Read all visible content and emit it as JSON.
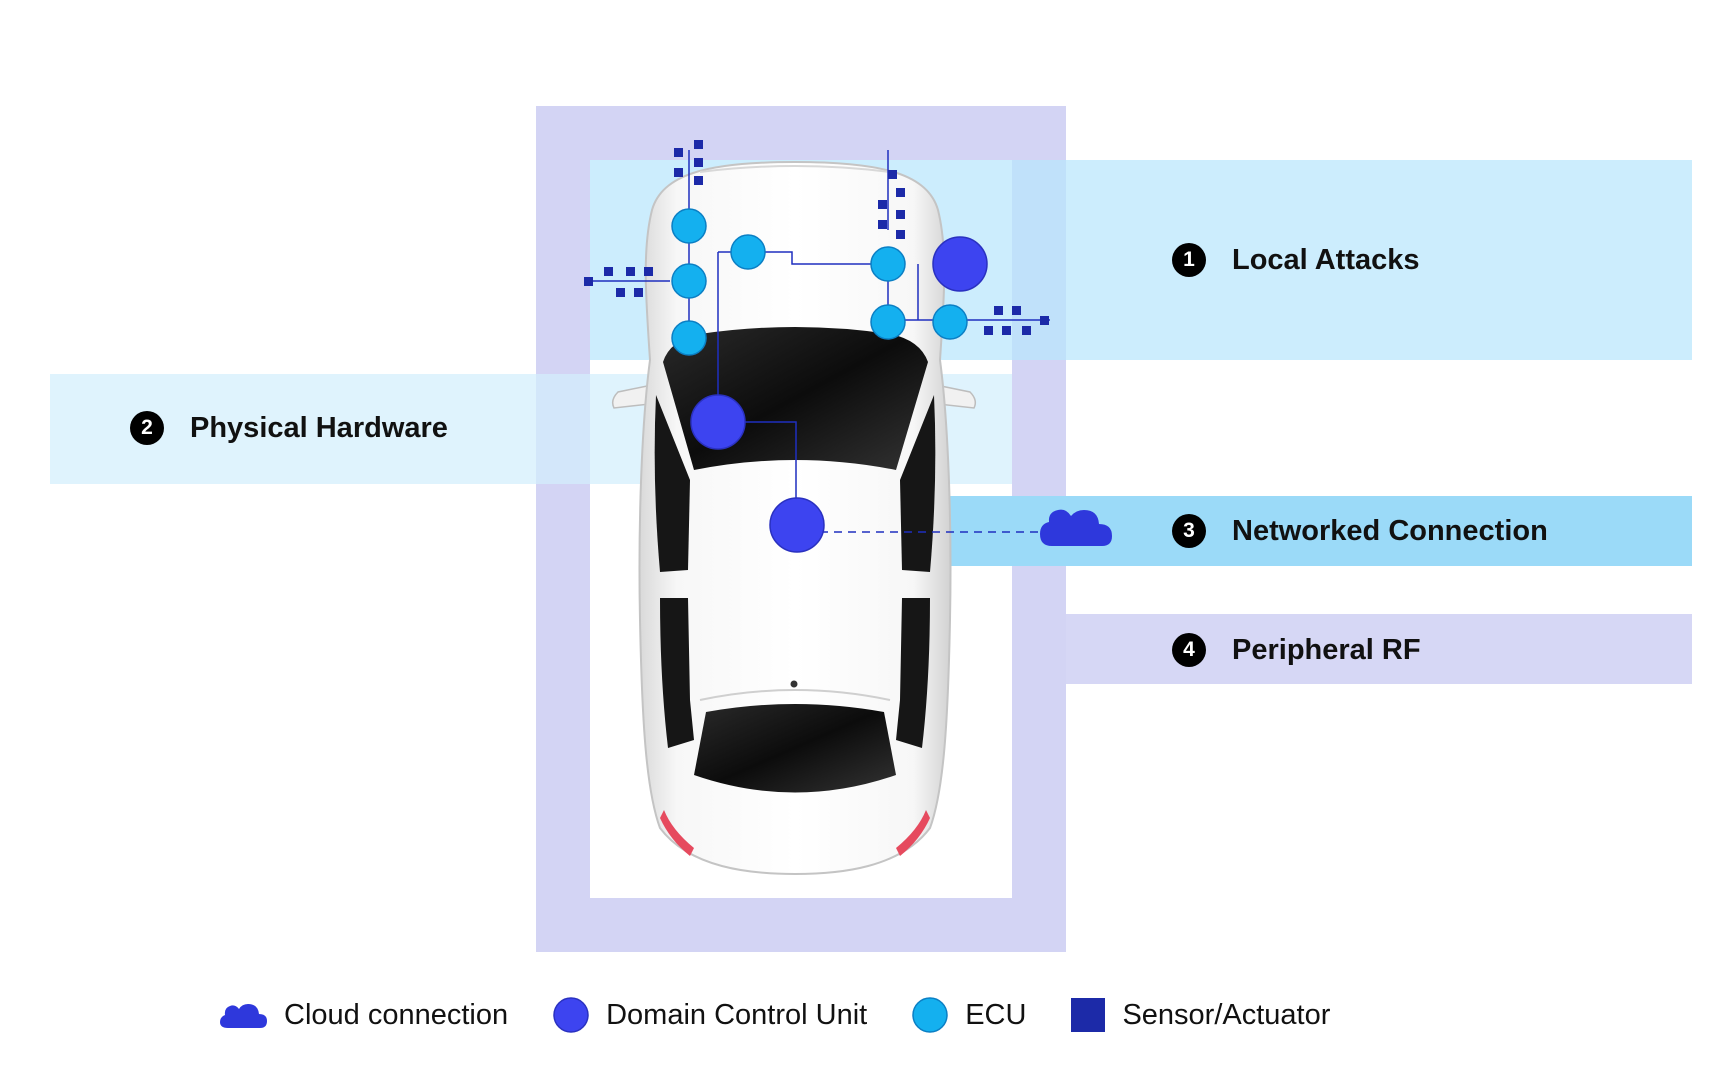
{
  "colors": {
    "outer_frame": "#d3d4f4",
    "local_band": "#cdeefc",
    "physical_band": "#dff4fd",
    "network_band": "#9bdaf8",
    "peripheral_band": "#d6d7f5",
    "domain_control_unit": "#3d44f0",
    "ecu": "#14b0ef",
    "sensor_actuator": "#1c2aa8",
    "cloud": "#2e38dc",
    "wire": "#1f2fbf"
  },
  "zones": [
    {
      "number": "1",
      "label": "Local Attacks"
    },
    {
      "number": "2",
      "label": "Physical Hardware"
    },
    {
      "number": "3",
      "label": "Networked Connection"
    },
    {
      "number": "4",
      "label": "Peripheral RF"
    }
  ],
  "legend": [
    {
      "icon": "cloud-icon",
      "label": "Cloud connection"
    },
    {
      "icon": "domain-control-unit-icon",
      "label": "Domain Control Unit"
    },
    {
      "icon": "ecu-icon",
      "label": "ECU"
    },
    {
      "icon": "sensor-actuator-icon",
      "label": "Sensor/Actuator"
    }
  ]
}
